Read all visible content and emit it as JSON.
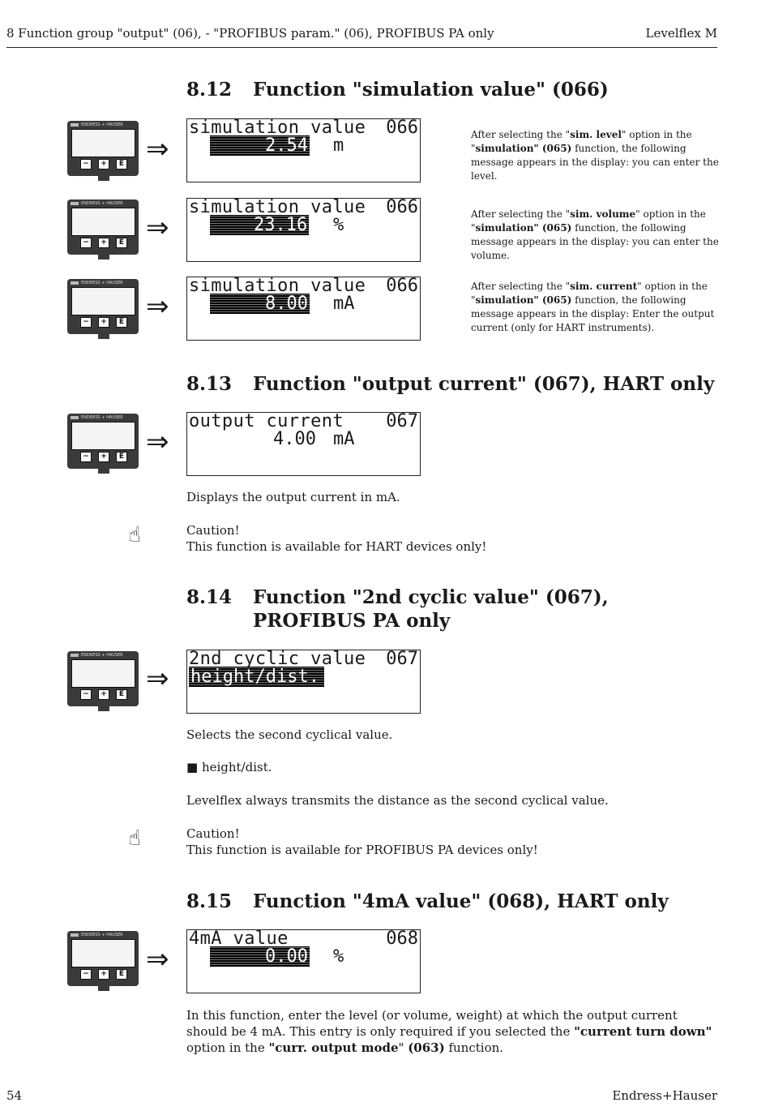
{
  "header": {
    "left": "8  Function group \"output\" (06), - \"PROFIBUS param.\" (06), PROFIBUS PA only",
    "right": "Levelflex M"
  },
  "footer": {
    "page": "54",
    "brand": "Endress+Hauser"
  },
  "device": {
    "brand": "ENDRESS + HAUSER",
    "key_minus": "−",
    "key_plus": "+",
    "key_e": "E"
  },
  "arrow": "⇒",
  "s812": {
    "num": "8.12",
    "title": "Function \"simulation value\" (066)",
    "lcd1": {
      "title": "simulation value",
      "code": "066",
      "value": "2.54",
      "unit": "m"
    },
    "lcd2": {
      "title": "simulation value",
      "code": "066",
      "value": "23.16",
      "unit": "%"
    },
    "lcd3": {
      "title": "simulation value",
      "code": "066",
      "value": "8.00",
      "unit": "mA"
    },
    "desc1": [
      "After selecting the \"",
      "sim. level",
      "\" option in the \"",
      "simulation\" (065)",
      " function, the following message appears in the display: you can enter the  level."
    ],
    "desc2": [
      "After selecting the \"",
      "sim. volume",
      "\" option in the \"",
      "simulation\" (065)",
      " function, the following message appears in the display: you can enter the volume."
    ],
    "desc3": [
      "After selecting the \"",
      "sim. current",
      "\" option in the \"",
      "simulation\" (065)",
      " function, the following message appears in the display: Enter the output current (only for HART instruments)."
    ]
  },
  "s813": {
    "num": "8.13",
    "title": "Function \"output current\" (067), HART only",
    "lcd": {
      "title": "output current",
      "code": "067",
      "value": "4.00",
      "unit": "mA"
    },
    "text": "Displays the output current in mA.",
    "caution": "Caution!",
    "note": "This function is available for HART devices only!"
  },
  "s814": {
    "num": "8.14",
    "title": "Function \"2nd cyclic value\" (067),",
    "title2": "PROFIBUS PA only",
    "lcd": {
      "title": "2nd cyclic value",
      "code": "067",
      "value": "height/dist."
    },
    "text": "Selects the second cyclical value.",
    "bullet": "■ height/dist.",
    "text2": "Levelflex always transmits the distance as the second cyclical value.",
    "caution": "Caution!",
    "note": "This function is available for PROFIBUS PA devices only!"
  },
  "s815": {
    "num": "8.15",
    "title": "Function \"4mA value\" (068), HART only",
    "lcd": {
      "title": "4mA value",
      "code": "068",
      "value": "0.00",
      "unit": "%"
    },
    "text_a": "In this function, enter the level (or volume, weight) at which the output current should be 4 mA. This entry is only required if you selected the ",
    "text_b": "\"current turn down\"",
    "text_c": " option in the ",
    "text_d": "\"curr. output mode",
    "text_e": "\" ",
    "text_f": "(063)",
    "text_g": " function."
  },
  "hand_icon": "☝"
}
